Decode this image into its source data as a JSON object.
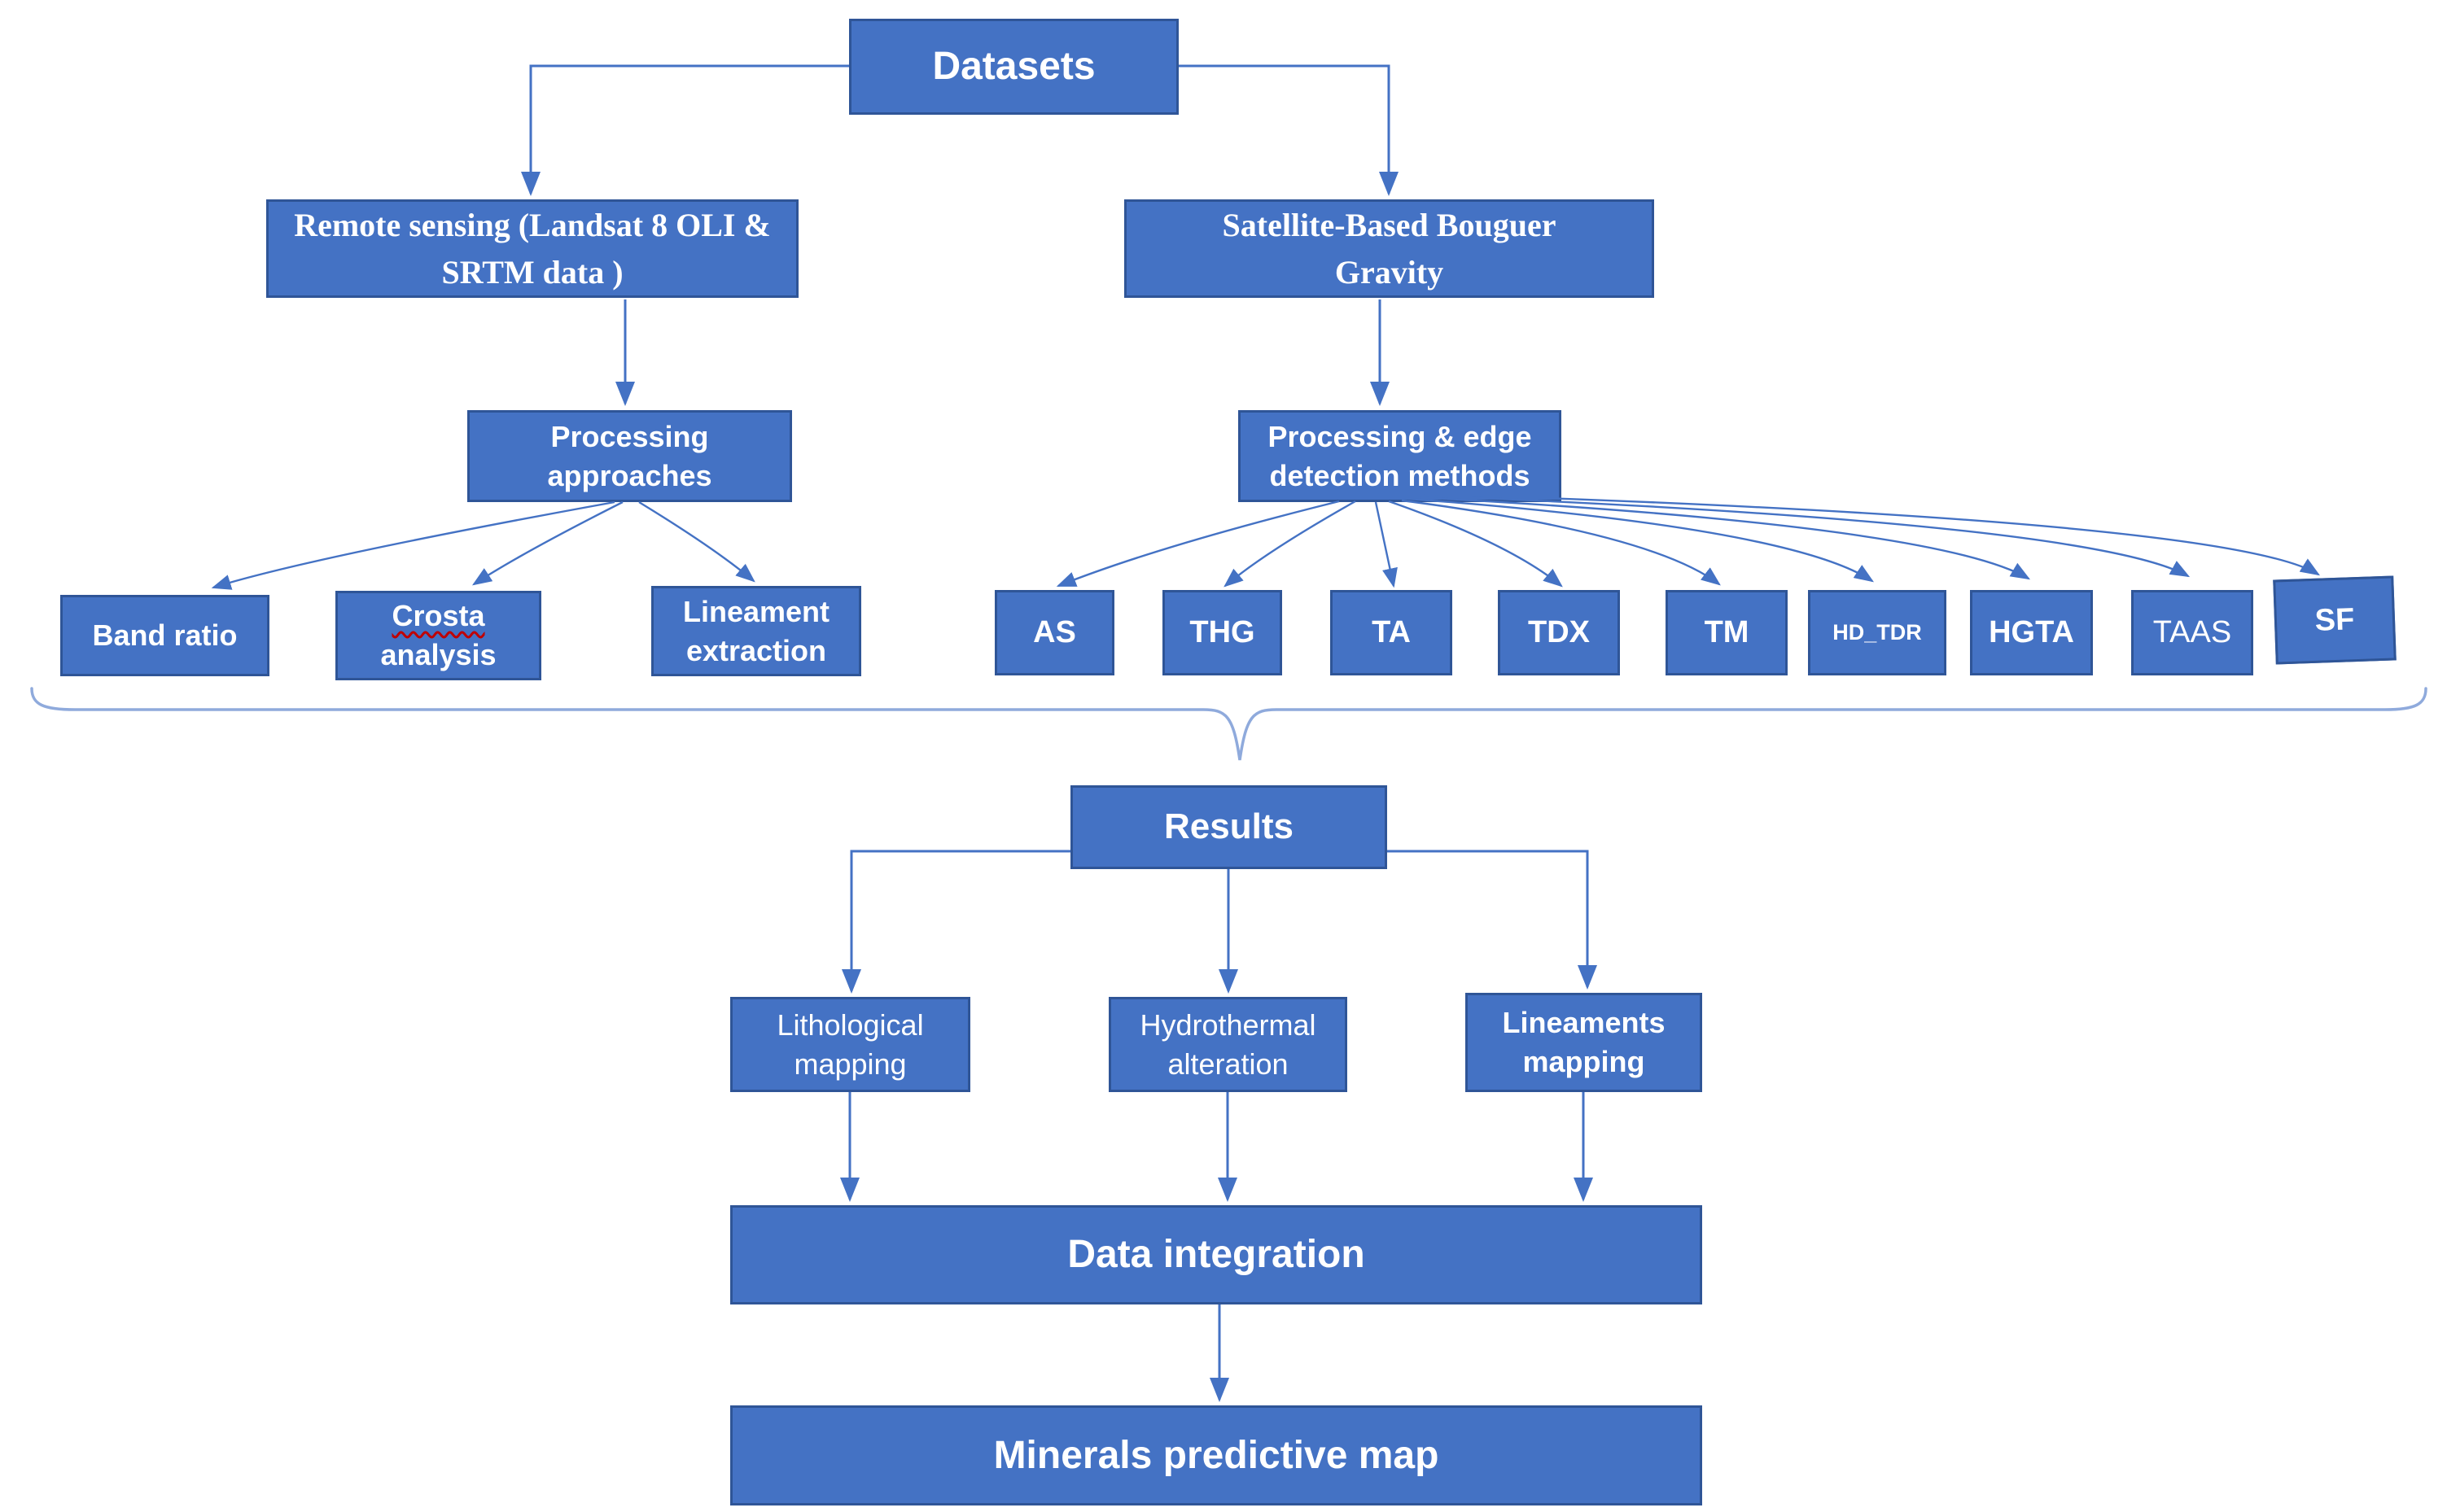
{
  "colors": {
    "box_fill": "#4472C4",
    "box_border": "#2F5597",
    "arrow": "#4472C4",
    "brace": "#8FAADC",
    "text": "#FFFFFF",
    "spellcheck_underline": "#C00000"
  },
  "nodes": {
    "datasets": "Datasets",
    "remote_sensing": "Remote sensing (Landsat 8 OLI & SRTM data )",
    "satellite_gravity": "Satellite-Based Bouguer Gravity",
    "processing_approaches": "Processing approaches",
    "edge_detection": "Processing & edge detection methods",
    "band_ratio": "Band ratio",
    "crosta_line1": "Crosta",
    "crosta_line2": "analysis",
    "lineament_extraction": "Lineament extraction",
    "methods": [
      "AS",
      "THG",
      "TA",
      "TDX",
      "TM",
      "HD_TDR",
      "HGTA",
      "TAAS",
      "SF"
    ],
    "results": "Results",
    "lithological": "Lithological mapping",
    "hydrothermal": "Hydrothermal alteration",
    "lineaments_mapping": "Lineaments mapping",
    "data_integration": "Data integration",
    "minerals_map": "Minerals predictive map"
  }
}
